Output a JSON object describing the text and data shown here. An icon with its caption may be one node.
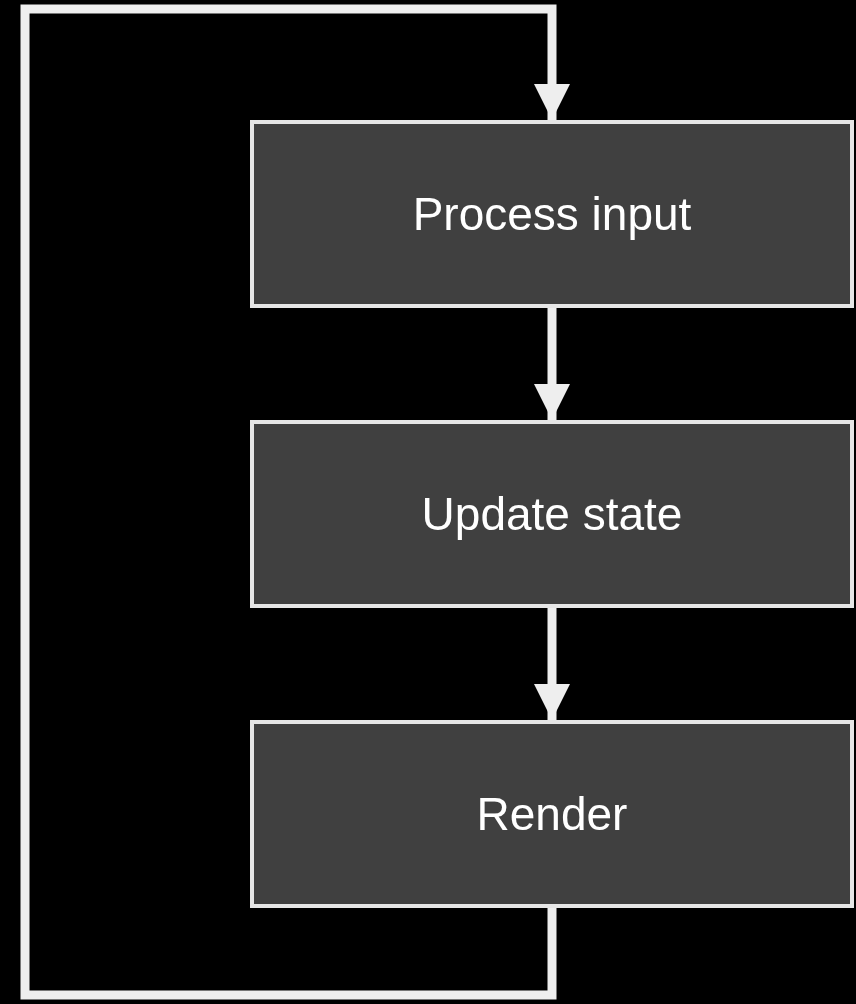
{
  "diagram": {
    "nodes": [
      {
        "text": [
          "Process input"
        ]
      },
      {
        "text": [
          "Update state"
        ]
      },
      {
        "text": [
          "Render"
        ]
      }
    ],
    "edges": [
      {
        "from": 0,
        "to": 1,
        "arrow": "to"
      },
      {
        "from": 1,
        "to": 2,
        "arrow": "to"
      },
      {
        "from": 2,
        "to": 0,
        "arrow": "to"
      }
    ]
  }
}
